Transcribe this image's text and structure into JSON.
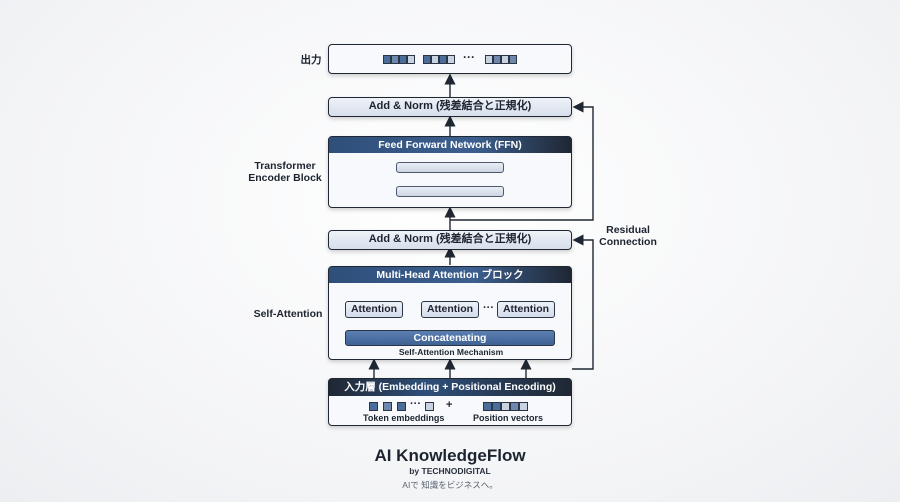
{
  "output_label": "出力",
  "ellipsis": "···",
  "add_norm_top": "Add & Norm (残差結合と正規化)",
  "ffn_title": "Feed Forward Network (FFN)",
  "transformer_label": "Transformer\nEncoder Block",
  "residual_label": "Residual\nConnection",
  "add_norm_mid": "Add & Norm (残差結合と正規化)",
  "mha_title": "Multi-Head Attention ブロック",
  "attention_1": "Attention",
  "attention_2": "Attention",
  "attention_3": "Attention",
  "concat_label": "Concatenating",
  "self_attention_mech": "Self-Attention Mechanism",
  "self_attention_label": "Self-Attention",
  "input_title": "入力層 (Embedding + Positional Encoding)",
  "token_embeddings": "Token embeddings",
  "plus": "+",
  "position_vectors": "Position vectors",
  "brand_title": "AI KnowledgeFlow",
  "brand_by": "by TECHNODIGITAL",
  "brand_tagline": "AIで 知識をビジネスへ。",
  "colors": {
    "header_blue": "#2f4f7a",
    "accent_blue": "#4a6d9c",
    "border": "#1f2733"
  }
}
